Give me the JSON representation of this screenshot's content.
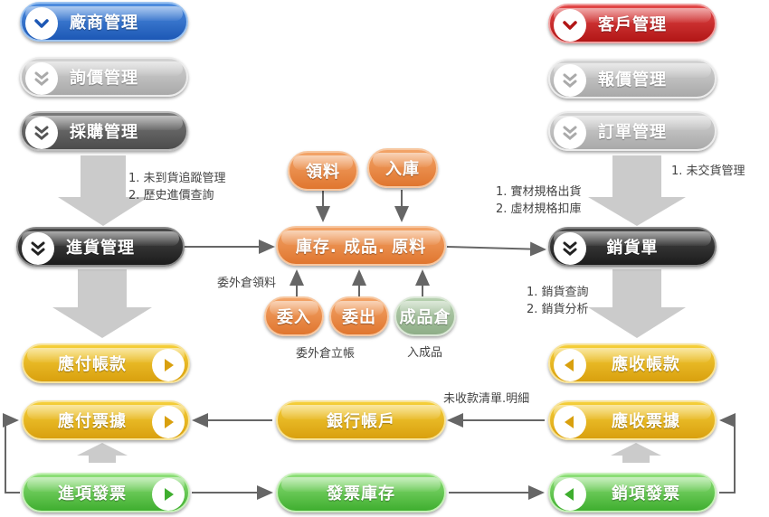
{
  "nodes": {
    "vendor_mgmt": "廠商管理",
    "inquiry_mgmt": "詢價管理",
    "purchase_mgmt": "採購管理",
    "receiving_mgmt": "進貨管理",
    "payable": "應付帳款",
    "payable_notes": "應付票據",
    "purchase_invoice": "進項發票",
    "inventory": "庫存. 成品. 原料",
    "requisition": "領料",
    "stock_in": "入庫",
    "outsource_in": "委入",
    "outsource_out": "委出",
    "finished_warehouse": "成品倉",
    "bank_account": "銀行帳戶",
    "invoice_stock": "發票庫存",
    "customer_mgmt": "客戶管理",
    "quotation_mgmt": "報價管理",
    "order_mgmt": "訂單管理",
    "sales_slip": "銷貨單",
    "receivable": "應收帳款",
    "receivable_notes": "應收票據",
    "sales_invoice": "銷項發票"
  },
  "notes": {
    "purchase_1": "1. 未到貨追蹤管理",
    "purchase_2": "2. 歷史進價查詢",
    "outsource_requisition": "委外倉領料",
    "outsource_account": "委外倉立帳",
    "finished_in": "入成品",
    "order_1": "1. 未交貨管理",
    "ship_1": "1. 實材規格出貨",
    "ship_2": "2. 虛材規格扣庫",
    "sales_1": "1. 銷貨查詢",
    "sales_2": "2. 銷貨分析",
    "uncollected": "未收款清單.明細"
  },
  "icons": {
    "vendor_mgmt": "chevron-down-circle-icon",
    "inquiry_mgmt": "double-chevron-down-icon",
    "purchase_mgmt": "double-chevron-down-icon",
    "receiving_mgmt": "double-chevron-down-icon",
    "payable": "play-circle-icon",
    "payable_notes": "play-circle-icon",
    "purchase_invoice": "play-circle-icon",
    "customer_mgmt": "chevron-down-circle-icon",
    "quotation_mgmt": "double-chevron-down-icon",
    "order_mgmt": "double-chevron-down-icon",
    "sales_slip": "double-chevron-down-icon",
    "receivable": "back-circle-icon",
    "receivable_notes": "back-circle-icon",
    "sales_invoice": "back-circle-icon"
  },
  "colors": {
    "vendor": "#2a66c4",
    "customer": "#c42222",
    "receiving": "#2a2a2a",
    "payable": "#e6b21c",
    "invoice": "#5cc248",
    "inventory": "#e8874a",
    "flow_arrow": "#c8c8c8",
    "line": "#666666"
  }
}
